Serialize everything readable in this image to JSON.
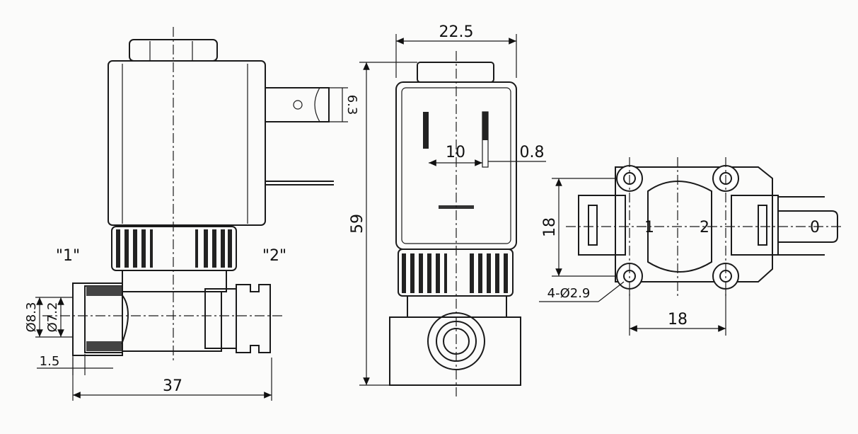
{
  "drawing": {
    "front_view": {
      "port_1": "\"1\"",
      "port_2": "\"2\"",
      "dim_outer": "Ø8.3",
      "dim_inner": "Ø7.2",
      "dim_thread": "1.5",
      "dim_length": "37",
      "dim_terminal": "6.3",
      "terminal_mark": "O"
    },
    "side_view": {
      "dim_width": "22.5",
      "dim_height": "59",
      "dim_pin_spacing": "10",
      "dim_pin_width": "0.8"
    },
    "bottom_view": {
      "dim_height": "18",
      "dim_width": "18",
      "dim_holes": "4-Ø2.9",
      "mark_1": "1",
      "mark_2": "2",
      "mark_0": "0"
    }
  }
}
